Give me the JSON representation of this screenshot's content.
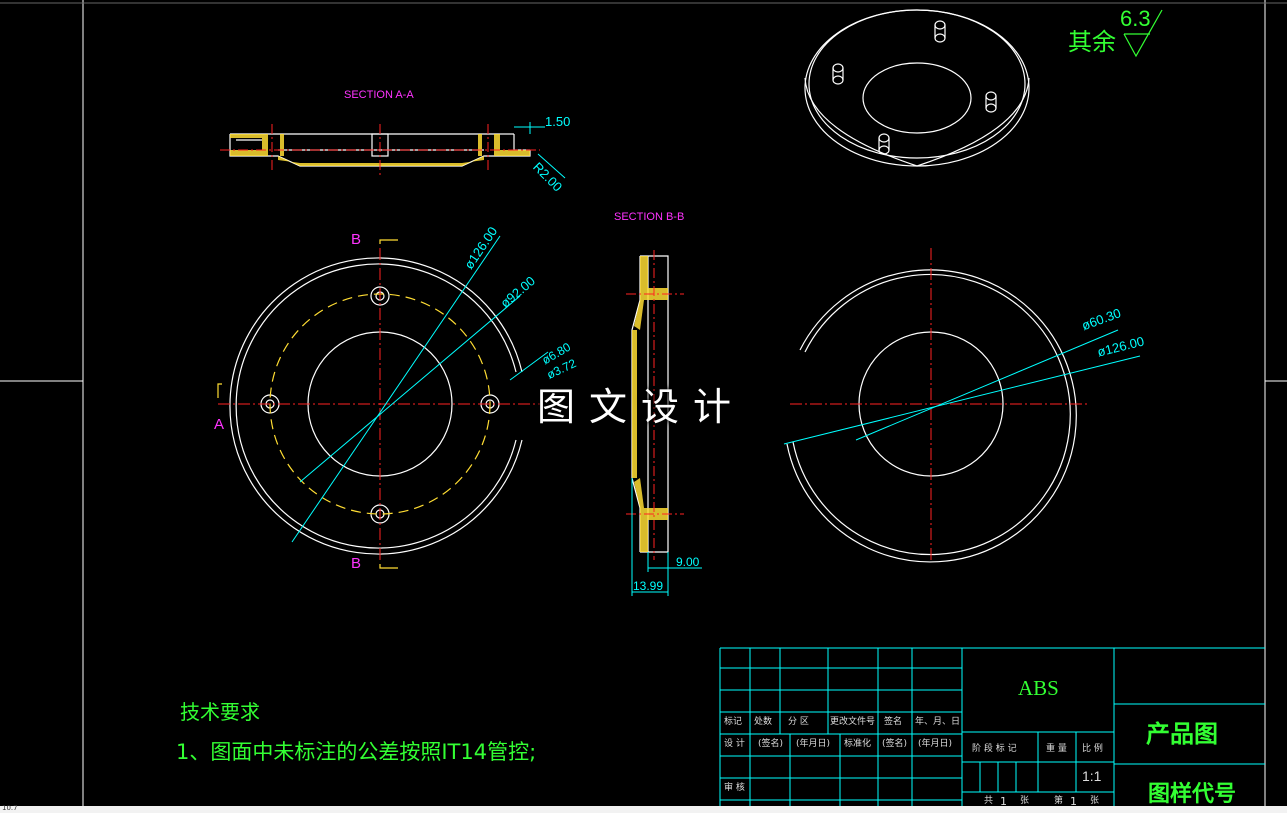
{
  "watermark": "图文设计",
  "roughness": {
    "label": "其余",
    "value": "6.3"
  },
  "section_aa": {
    "title": "SECTION A-A",
    "dim_top": "1.50",
    "dim_radius": "R2.00"
  },
  "section_bb": {
    "title": "SECTION B-B",
    "dim_offset": "9.00",
    "dim_width": "13.99"
  },
  "front_view": {
    "dia_outer": "ø126.00",
    "dia_bolt_circle": "ø92.00",
    "dia_hole": "ø6.80",
    "dia_partial": "ø3.72",
    "cut_label_b": "B",
    "cut_label_a": "A"
  },
  "right_view": {
    "dia_inner": "ø60.30",
    "dia_outer": "ø126.00"
  },
  "tech_requirements": {
    "heading": "技术要求",
    "item1": "1、图面中未标注的公差按照IT14管控;"
  },
  "title_block": {
    "material": "ABS",
    "product_name": "产品图",
    "drawing_code": "图样代号",
    "col_mark": "标记",
    "col_count": "处数",
    "col_zone": "分 区",
    "col_change_doc": "更改文件号",
    "col_sign": "签名",
    "col_date": "年、月、日",
    "row_design": "设 计",
    "sign1": "(签名)",
    "date1": "(年月日)",
    "row_standard": "标准化",
    "sign2": "(签名)",
    "date2": "(年月日)",
    "stage_mark": "阶 段 标 记",
    "weight": "重 量",
    "scale_label": "比 例",
    "scale_value": "1:1",
    "row_review": "审 核",
    "sheet_total_label": "共",
    "sheet_total": "1",
    "sheet_unit": "张",
    "sheet_no_label": "第",
    "sheet_no": "1",
    "sheet_unit2": "张"
  },
  "status_bar": "10.7"
}
